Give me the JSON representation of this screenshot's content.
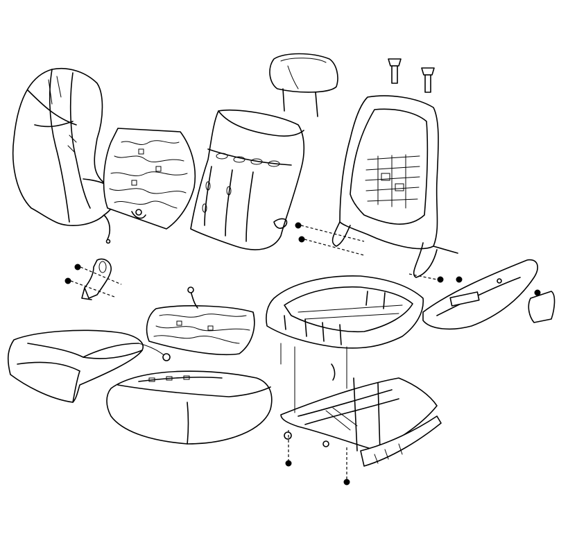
{
  "diagram": {
    "background": "#ffffff",
    "line_color": "#000000",
    "components": [
      "seatback-cover",
      "seatback-heater-pad",
      "seatback-cushion-pad",
      "headrest",
      "headrest-guides",
      "seatback-frame",
      "recliner-bracket-left",
      "seat-cushion-heater-pad",
      "seat-cushion-cover",
      "seat-cushion-pad",
      "seat-cushion-frame",
      "seat-adjuster-track",
      "side-trim-panel",
      "fasteners"
    ]
  }
}
